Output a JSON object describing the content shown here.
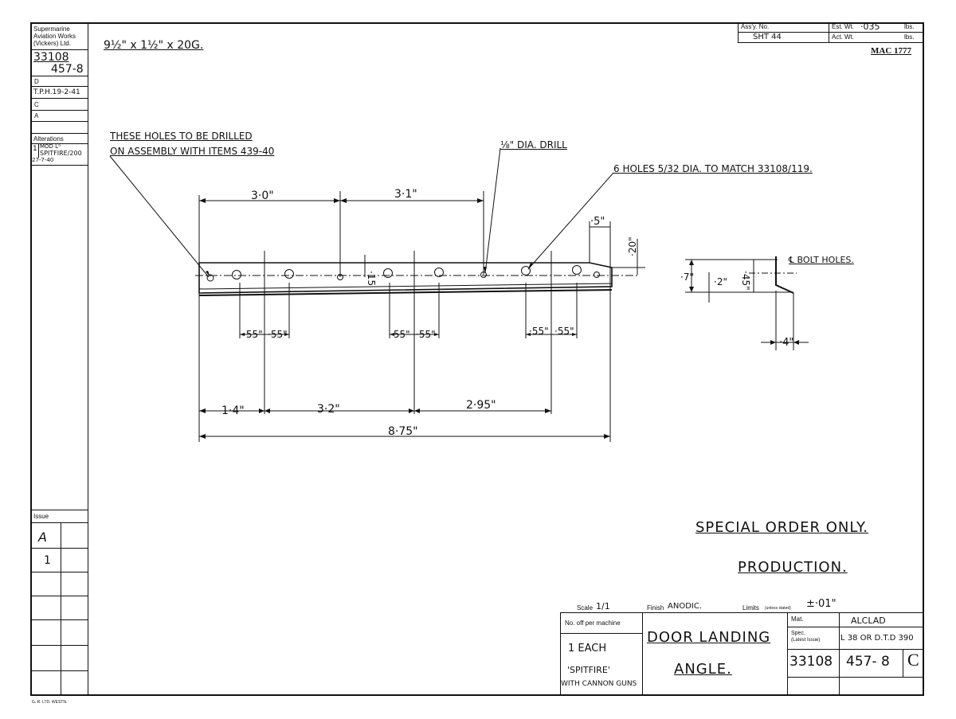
{
  "left_panel": {
    "company_line1": "Supermarine",
    "company_line2": "Aviation Works",
    "company_line3": "(Vickers) Ltd.",
    "drawing_no": "33108",
    "part_no": "457-8",
    "row_d": "D",
    "tph_date": "T.P.H.19-2-41",
    "row_c": "C",
    "row_a": "A",
    "alterations_label": "Alterations",
    "alteration_1_num": "1",
    "alteration_1_line1": "MOD Lᴳ",
    "alteration_1_line2": "SPITFIRE/200",
    "alteration_1_date": "27-7-40",
    "issue_label": "Issue",
    "issue_a": "A",
    "issue_1": "1"
  },
  "header": {
    "material_size": "9½\" x 1½\" x 20G.",
    "assy_no_label": "Ass'y. No.",
    "assy_no_value": "SHT 44",
    "est_wt_label": "Est. Wt.",
    "est_wt_value": "·035",
    "lbs_1": "lbs.",
    "act_wt_label": "Act. Wt.",
    "lbs_2": "lbs.",
    "mac_number": "MAC 1777"
  },
  "notes": {
    "holes_drill_line1": "THESE HOLES TO BE DRILLED",
    "holes_drill_line2": "ON ASSEMBLY WITH ITEMS 439-40",
    "dia_drill": "⅛\" DIA. DRILL",
    "six_holes": "6 HOLES 5/32 DIA. TO MATCH 33108/119.",
    "bolt_holes": "℄ BOLT HOLES."
  },
  "dimensions": {
    "d_3_0": "3·0\"",
    "d_3_1": "3·1\"",
    "d_0_5": "·5\"",
    "d_0_20": "·20\"",
    "d_15": "·15",
    "d_55_a": "·55\"",
    "d_55_b": "·55\"",
    "d_55_c": "·55\"",
    "d_55_d": "·55\"",
    "d_55_e": "·55\"",
    "d_55_f": "·55\"",
    "d_1_4": "1·4\"",
    "d_3_2": "3·2\"",
    "d_2_95": "2·95\"",
    "d_8_75": "8·75\"",
    "sec_0_7": "·7\"",
    "sec_0_2": "·2\"",
    "sec_0_45": "·45\"",
    "sec_0_4": "·4\""
  },
  "stamps": {
    "special_order": "SPECIAL ORDER ONLY.",
    "production": "PRODUCTION."
  },
  "title_block": {
    "scale_label": "Scale",
    "scale_value": "1/1",
    "finish_label": "Finish",
    "finish_value": "ANODIC.",
    "limits_label": "Limits",
    "limits_note": "(unless stated)",
    "limits_value": "±·01\"",
    "no_off_label": "No. off per machine",
    "no_off_value": "1 EACH",
    "aircraft": "'SPITFIRE'",
    "variant": "WITH CANNON GUNS",
    "title_line1": "DOOR LANDING",
    "title_line2": "ANGLE.",
    "mat_label": "Mat.",
    "mat_value": "ALCLAD",
    "spec_label": "Spec.",
    "spec_note": "(Latest Issue)",
    "spec_value": "L 38 OR D.T.D 390",
    "drawing_no": "33108",
    "part_no": "457- 8",
    "issue_letter": "C"
  },
  "footer": {
    "printer": "G. R. LTD. WESTN."
  }
}
